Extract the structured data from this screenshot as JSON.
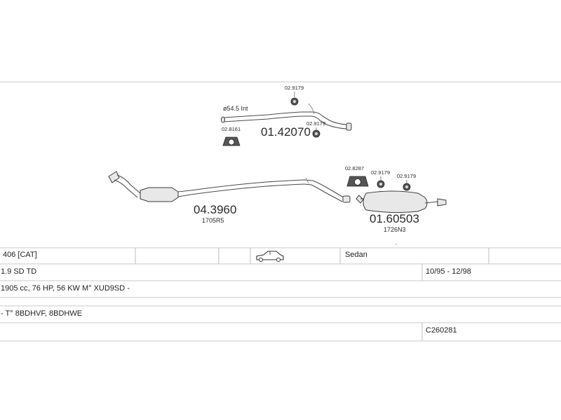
{
  "parts": {
    "front_pipe": {
      "number": "04.3960",
      "ref": "1705R5"
    },
    "middle_pipe": {
      "number": "01.42070",
      "note": "ø54.5 Int"
    },
    "rear_silencer": {
      "number": "01.60503",
      "ref": "1726N3"
    },
    "clamp_mid_top": {
      "number": "02.9179"
    },
    "clamp_mid_right": {
      "number": "02.9179"
    },
    "mount_mid": {
      "number": "02.8161"
    },
    "mount_rear": {
      "number": "02.8287"
    },
    "clamp_rear_1": {
      "number": "02.9179"
    },
    "clamp_rear_2": {
      "number": "02.9179"
    }
  },
  "vehicle": {
    "model": "406 [CAT]",
    "body": "Sedan",
    "engine": "1.9 SD TD",
    "years": "10/95 - 12/98",
    "spec": "1905 cc, 76 HP, 56 KW M° XUD9SD -",
    "type": "- T° 8BDHVF, 8BDHWE",
    "code": "C260281"
  },
  "icons": {
    "car": "car-icon"
  }
}
